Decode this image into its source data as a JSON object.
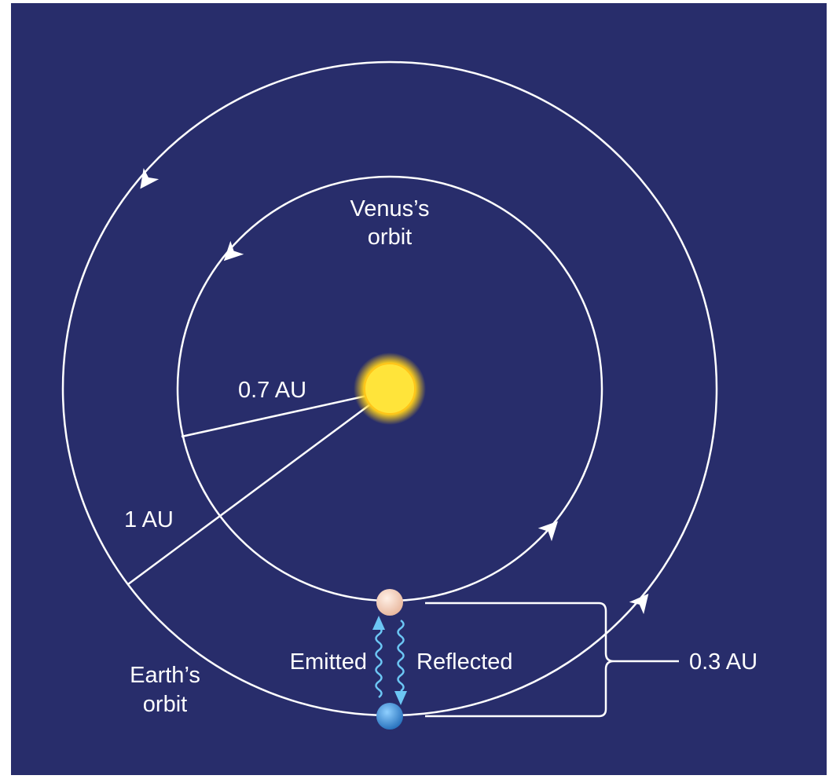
{
  "diagram": {
    "labels": {
      "venus_orbit_line1": "Venus’s",
      "venus_orbit_line2": "orbit",
      "earth_orbit_line1": "Earth’s",
      "earth_orbit_line2": "orbit",
      "venus_radius": "0.7 AU",
      "earth_radius": "1 AU",
      "separation": "0.3 AU",
      "emitted": "Emitted",
      "reflected": "Reflected"
    },
    "colors": {
      "background": "#282d6b",
      "frame": "#ffffff",
      "line": "#ffffff",
      "sun_core": "#fff04a",
      "sun_glow": "#ffd21a",
      "venus": "#f6d3c0",
      "earth": "#3d8fd4",
      "wave": "#6cc6f4"
    }
  }
}
